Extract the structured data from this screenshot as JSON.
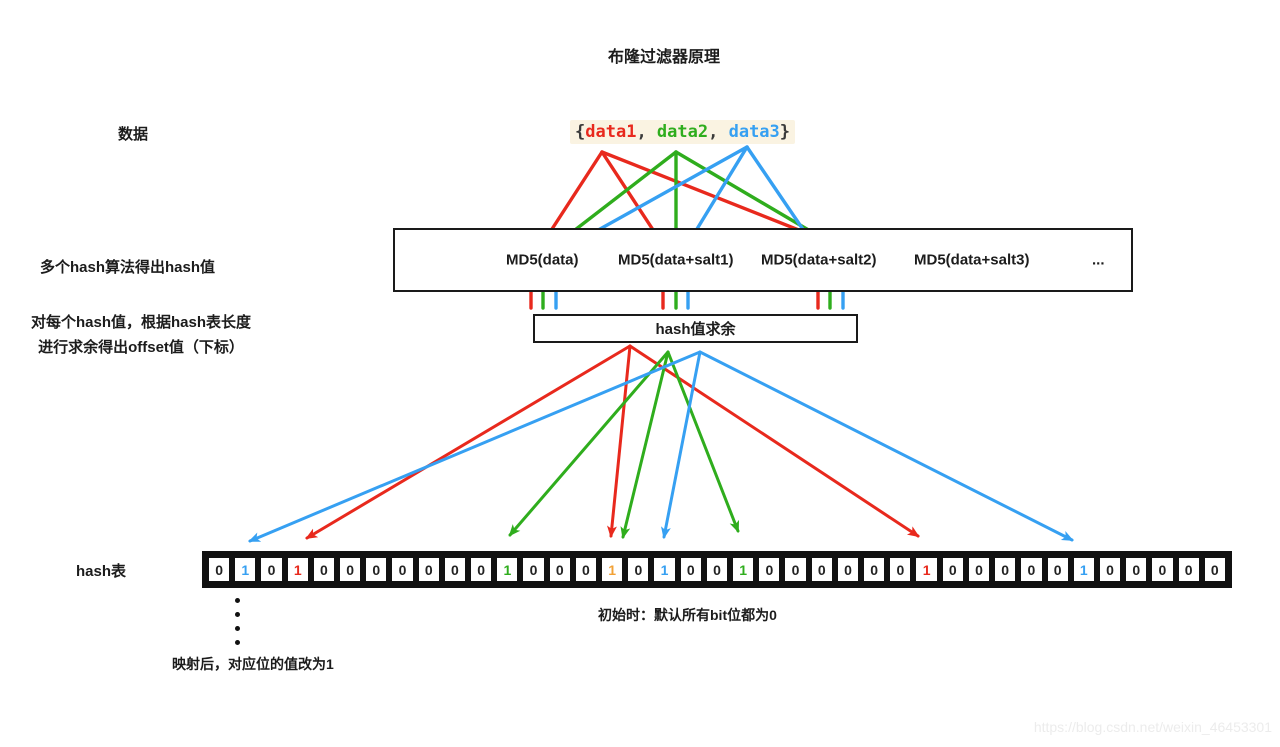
{
  "title": "布隆过滤器原理",
  "colors": {
    "red": "#e8291d",
    "green": "#2fad1d",
    "blue": "#36a0f2",
    "orange": "#f2a136",
    "ink": "#1c1c1c"
  },
  "labels": {
    "data_row": "数据",
    "hash_row": "多个hash算法得出hash值",
    "remainder_row_line1": "对每个hash值，根据hash表长度",
    "remainder_row_line2": "进行求余得出offset值（下标）",
    "hash_table": "hash表",
    "init_caption": "初始时：默认所有bit位都为0",
    "mapped_caption": "映射后，对应位的值改为1",
    "watermark": "https://blog.csdn.net/weixin_46453301"
  },
  "dataset": {
    "open": "{",
    "separator": ", ",
    "close": "}",
    "items": [
      {
        "text": "data1",
        "color": "red"
      },
      {
        "text": "data2",
        "color": "green"
      },
      {
        "text": "data3",
        "color": "blue"
      }
    ]
  },
  "md5_box": {
    "algorithms": [
      "MD5(data)",
      "MD5(data+salt1)",
      "MD5(data+salt2)",
      "MD5(data+salt3)"
    ],
    "ellipsis": "..."
  },
  "remainder_box": {
    "label": "hash值求余"
  },
  "hash_table": {
    "cells": [
      {
        "v": "0"
      },
      {
        "v": "1",
        "c": "blue"
      },
      {
        "v": "0"
      },
      {
        "v": "1",
        "c": "red"
      },
      {
        "v": "0"
      },
      {
        "v": "0"
      },
      {
        "v": "0"
      },
      {
        "v": "0"
      },
      {
        "v": "0"
      },
      {
        "v": "0"
      },
      {
        "v": "0"
      },
      {
        "v": "1",
        "c": "green"
      },
      {
        "v": "0"
      },
      {
        "v": "0"
      },
      {
        "v": "0"
      },
      {
        "v": "1",
        "c": "orange"
      },
      {
        "v": "0"
      },
      {
        "v": "1",
        "c": "blue"
      },
      {
        "v": "0"
      },
      {
        "v": "0"
      },
      {
        "v": "1",
        "c": "green"
      },
      {
        "v": "0"
      },
      {
        "v": "0"
      },
      {
        "v": "0"
      },
      {
        "v": "0"
      },
      {
        "v": "0"
      },
      {
        "v": "0"
      },
      {
        "v": "1",
        "c": "red"
      },
      {
        "v": "0"
      },
      {
        "v": "0"
      },
      {
        "v": "0"
      },
      {
        "v": "0"
      },
      {
        "v": "0"
      },
      {
        "v": "1",
        "c": "blue"
      },
      {
        "v": "0"
      },
      {
        "v": "0"
      },
      {
        "v": "0"
      },
      {
        "v": "0"
      },
      {
        "v": "0"
      }
    ]
  }
}
